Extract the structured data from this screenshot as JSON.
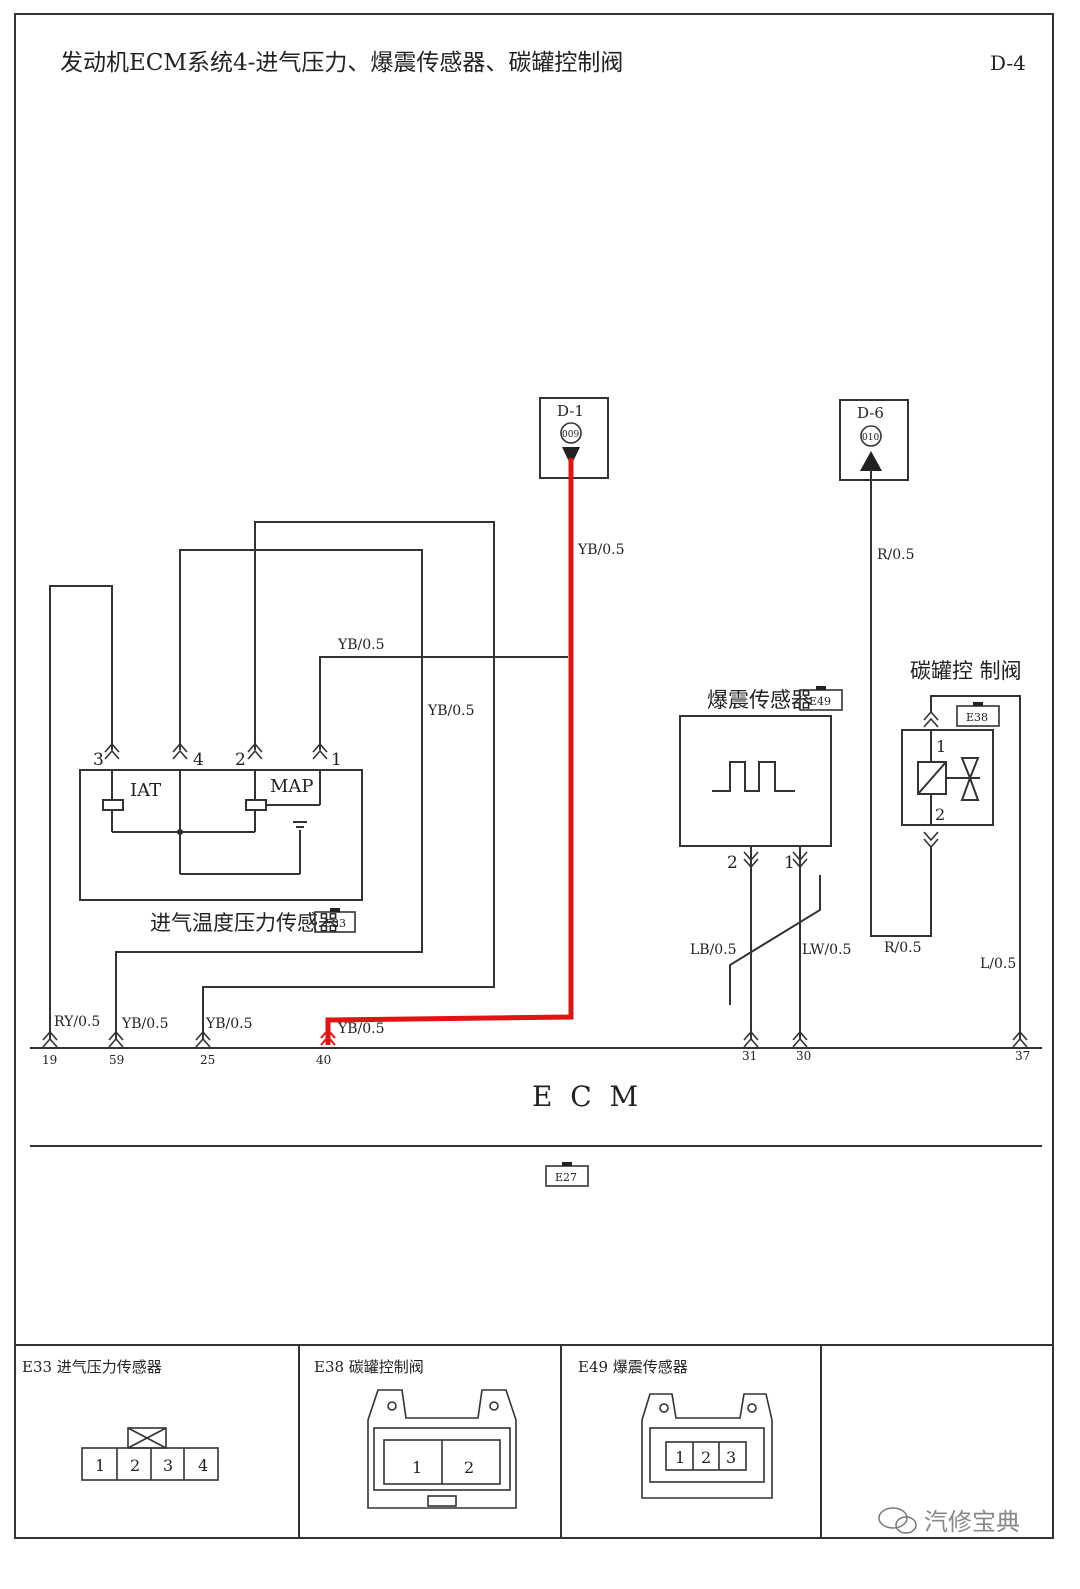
{
  "header": {
    "title": "发动机ECM系统4-进气压力、爆震传感器、碳罐控制阀",
    "page_code": "D-4"
  },
  "connectors_ref": {
    "d1": {
      "label": "D-1",
      "code": "009"
    },
    "d6": {
      "label": "D-6",
      "code": "010"
    }
  },
  "wires": {
    "yb05": "YB/0.5",
    "r05": "R/0.5",
    "ry05": "RY/0.5",
    "lb05": "LB/0.5",
    "lw05": "LW/0.5",
    "l05": "L/0.5"
  },
  "map_sensor": {
    "name": "进气温度压力传感器",
    "connector": "E33",
    "iat": "IAT",
    "map": "MAP",
    "pins": [
      "3",
      "4",
      "2",
      "1"
    ]
  },
  "knock_sensor": {
    "name": "爆震传感器",
    "connector": "E49",
    "pins": [
      "2",
      "1"
    ]
  },
  "canister_valve": {
    "name": "碳罐控 制阀",
    "connector": "E38",
    "pins": [
      "1",
      "2"
    ]
  },
  "ecm": {
    "label": "E  C  M",
    "connector": "E27",
    "pins": [
      "19",
      "59",
      "25",
      "40",
      "31",
      "30",
      "37"
    ]
  },
  "connector_views": [
    {
      "title": "E33 进气压力传感器",
      "pins": [
        "1",
        "2",
        "3",
        "4"
      ]
    },
    {
      "title": "E38 碳罐控制阀",
      "pins": [
        "1",
        "2"
      ]
    },
    {
      "title": "E49 爆震传感器",
      "pins": [
        "1",
        "2",
        "3"
      ]
    }
  ],
  "watermark": "汽修宝典"
}
